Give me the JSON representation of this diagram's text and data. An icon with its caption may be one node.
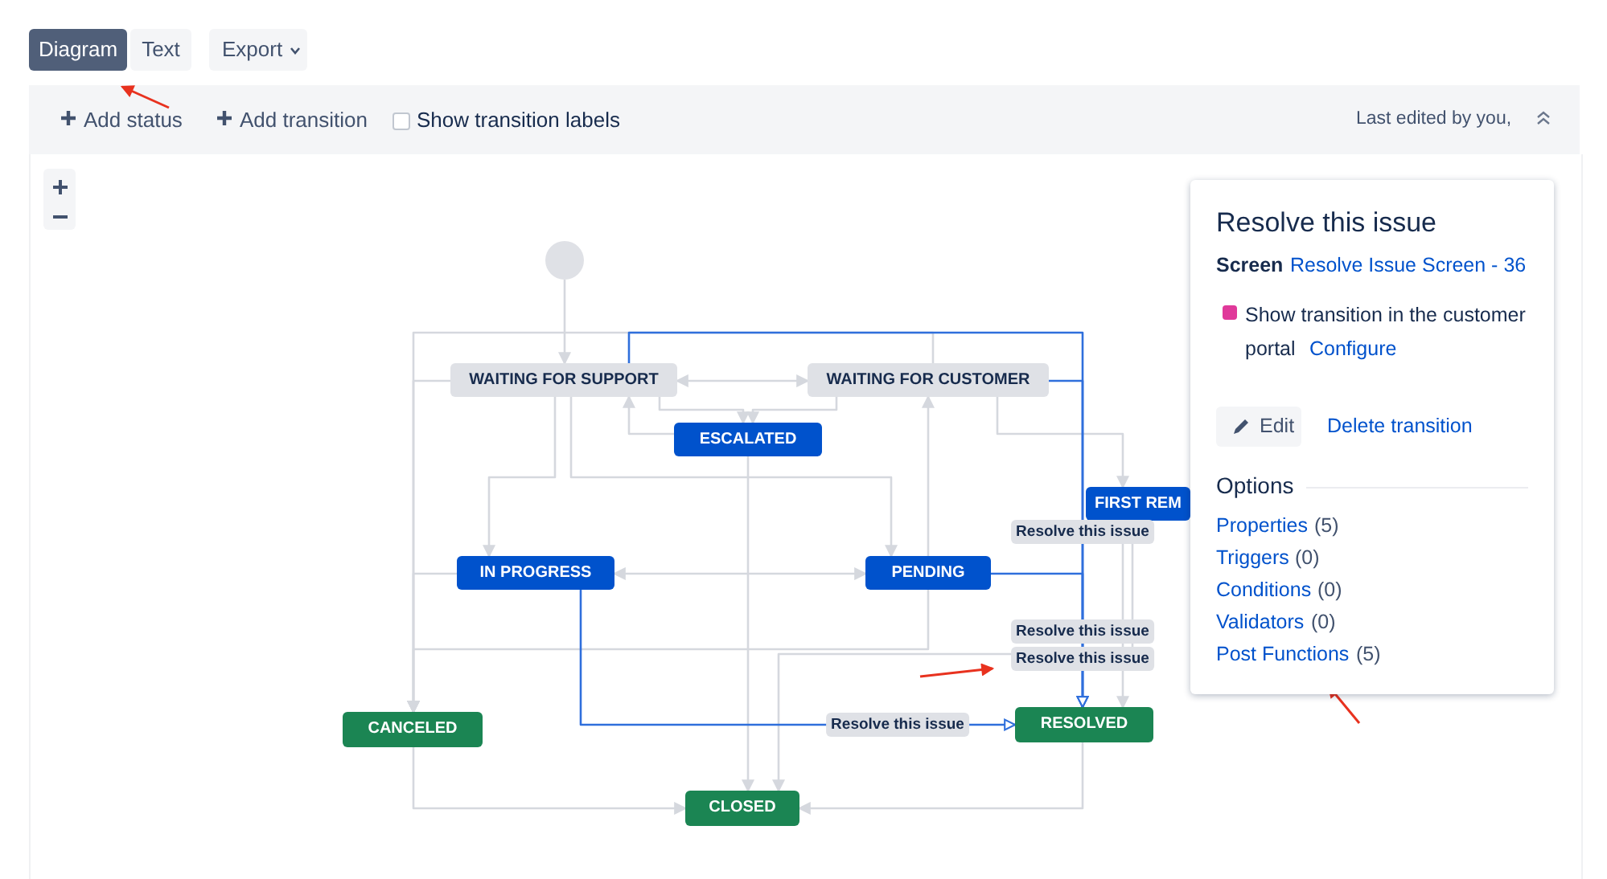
{
  "diagram": {
    "nodes": [
      {
        "text": [],
        "shape": "circle"
      },
      {
        "text": [
          "WAITING FOR SUPPORT"
        ]
      },
      {
        "text": [
          "WAITING FOR CUSTOMER"
        ]
      },
      {
        "text": [
          "ESCALATED"
        ]
      },
      {
        "text": [
          "FIRST REM"
        ]
      },
      {
        "text": [
          "IN PROGRESS"
        ]
      },
      {
        "text": [
          "PENDING"
        ]
      },
      {
        "text": [
          "CANCELED"
        ]
      },
      {
        "text": [
          "RESOLVED"
        ]
      },
      {
        "text": [
          "CLOSED"
        ]
      }
    ],
    "edges": [
      {
        "from": 0,
        "to": 1,
        "arrow": "to"
      },
      {
        "from": 1,
        "to": 2,
        "arrow": "both"
      },
      {
        "from": 1,
        "to": 3,
        "arrow": "to"
      },
      {
        "from": 2,
        "to": 3,
        "arrow": "to"
      },
      {
        "from": 3,
        "to": 1,
        "arrow": "to"
      },
      {
        "from": 2,
        "to": 4,
        "arrow": "to"
      },
      {
        "from": 1,
        "to": 5,
        "arrow": "to"
      },
      {
        "from": 1,
        "to": 6,
        "arrow": "to"
      },
      {
        "from": 5,
        "to": 6,
        "arrow": "both"
      },
      {
        "from": 6,
        "to": 2,
        "arrow": "to"
      },
      {
        "from": 3,
        "to": 9,
        "arrow": "to"
      },
      {
        "from": 1,
        "to": 7,
        "arrow": "to"
      },
      {
        "from": 5,
        "to": 7,
        "arrow": "to"
      },
      {
        "from": 6,
        "to": 7,
        "arrow": "to"
      },
      {
        "from": 2,
        "to": 7,
        "arrow": "to"
      },
      {
        "from": 1,
        "to": 8,
        "arrow": "to",
        "label": "Resolve this issue",
        "color": "#2f6fdc"
      },
      {
        "from": 2,
        "to": 8,
        "arrow": "to",
        "label": "Resolve this issue",
        "color": "#2f6fdc"
      },
      {
        "from": 6,
        "to": 8,
        "arrow": "to",
        "color": "#2f6fdc"
      },
      {
        "from": 4,
        "to": 8,
        "arrow": "to",
        "label": "Resolve this issue"
      },
      {
        "from": 4,
        "to": 9,
        "arrow": "to"
      },
      {
        "from": 5,
        "to": 8,
        "arrow": "to",
        "label": "Resolve this issue",
        "color": "#2f6fdc"
      },
      {
        "from": 7,
        "to": 9,
        "arrow": "to"
      },
      {
        "from": 8,
        "to": 9,
        "arrow": "to"
      }
    ],
    "labels": [
      "Diagram",
      "Text",
      "Export",
      "Add status",
      "Add transition",
      "Show transition labels",
      "Last edited by you,",
      "Resolve this issue",
      "Screen",
      "Resolve Issue Screen - 36",
      "Show transition in the customer portal",
      "Configure",
      "Edit",
      "Delete transition",
      "Options",
      "Properties",
      "(5)",
      "Triggers",
      "(0)",
      "Conditions",
      "(0)",
      "Validators",
      "(0)",
      "Post Functions",
      "(5)"
    ]
  }
}
